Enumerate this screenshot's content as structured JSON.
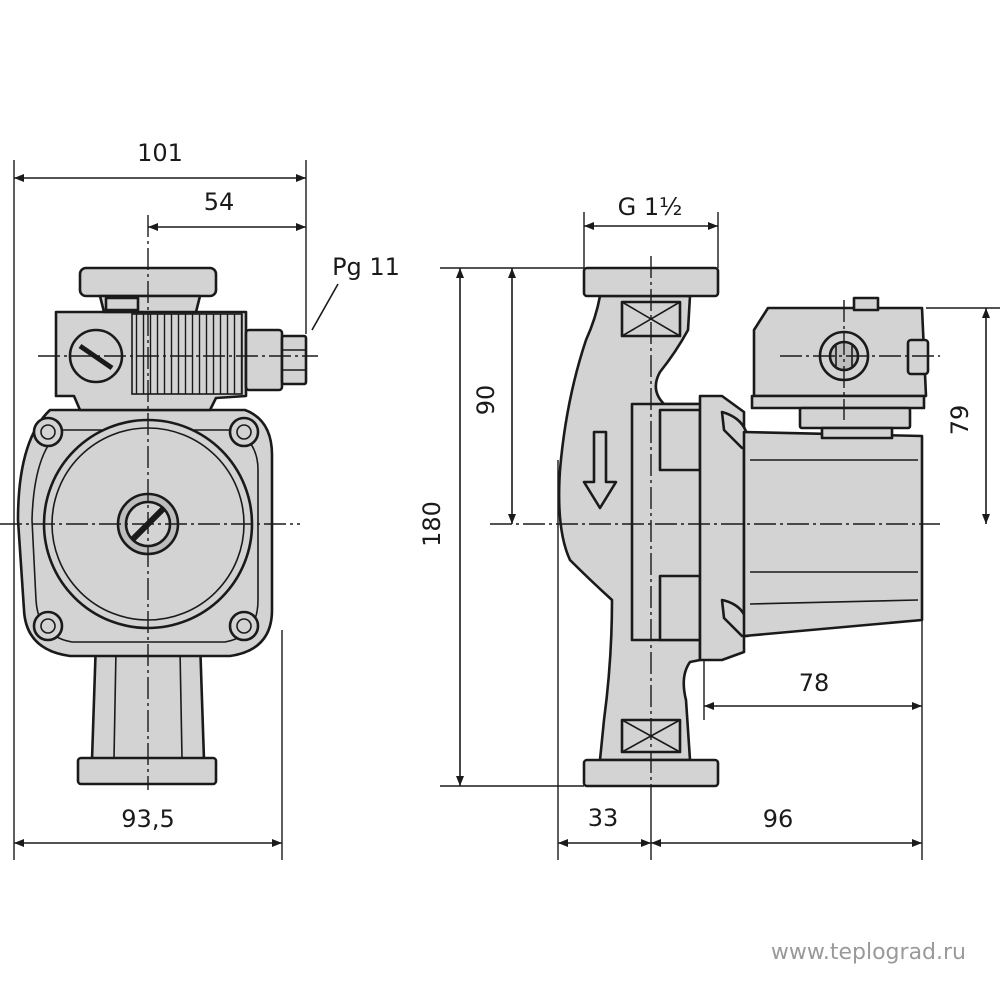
{
  "dimensions": {
    "overall_width": "101",
    "terminal_offset": "54",
    "cable_gland": "Pg 11",
    "base_width": "93,5",
    "thread": "G 1½",
    "height_total": "180",
    "height_upper": "90",
    "terminal_height": "79",
    "motor_length": "78",
    "depth_front": "33",
    "depth_back": "96"
  },
  "watermark": "www.teplograd.ru",
  "colors": {
    "line": "#1a1a1a",
    "fill": "#d3d3d3",
    "watermark": "#9a9a9a"
  }
}
